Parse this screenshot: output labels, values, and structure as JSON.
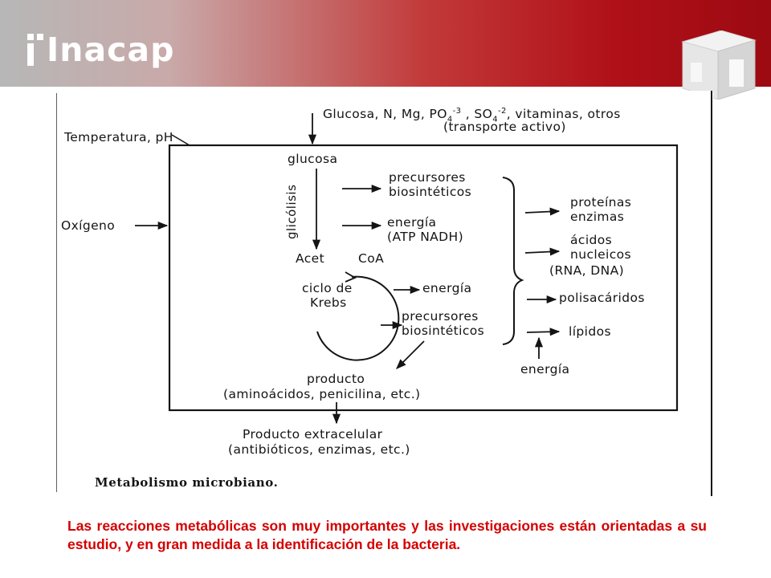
{
  "header": {
    "brand": "Inacap",
    "logo_icon": "inacap-logo-icon",
    "cube_icon": "cube-3d-icon",
    "colors": {
      "red": "#b01018",
      "gray": "#b7b7b7"
    }
  },
  "diagram": {
    "top_inputs": "Glucosa, N, Mg, PO",
    "po4_charge": "4",
    "po4_exp": "-3",
    "so4": "SO",
    "so4_sub": "4",
    "so4_exp": "-2",
    "top_inputs_tail": ", vitaminas, otros",
    "transport": "(transporte activo)",
    "temperature": "Temperatura, pH",
    "oxygen": "Oxígeno",
    "glucose": "glucosa",
    "glycolysis": "glicólisis",
    "precursors_1a": "precursores",
    "precursors_1b": "biosintéticos",
    "energy_1": "energía",
    "energy_1b": "(ATP NADH)",
    "acetcoa_a": "Acet",
    "acetcoa_b": "CoA",
    "krebs_a": "ciclo de",
    "krebs_b": "Krebs",
    "energy_2": "energía",
    "precursors_2a": "precursores",
    "precursors_2b": "biosintéticos",
    "proteins_a": "proteínas",
    "proteins_b": "enzimas",
    "acids_a": "ácidos",
    "acids_b": "nucleicos",
    "acids_c": "(RNA, DNA)",
    "polysaccharides": "polisacáridos",
    "lipids": "lípidos",
    "energy_3": "energía",
    "product_a": "producto",
    "product_b": "(aminoácidos, penicilina, etc.)",
    "extra_a": "Producto extracelular",
    "extra_b": "(antibióticos, enzimas, etc.)",
    "caption": "Metabolismo microbiano."
  },
  "footer": {
    "text": "Las reacciones metabólicas son muy importantes y las investigaciones están orientadas a su estudio, y en gran medida  a la identificación de la bacteria."
  }
}
